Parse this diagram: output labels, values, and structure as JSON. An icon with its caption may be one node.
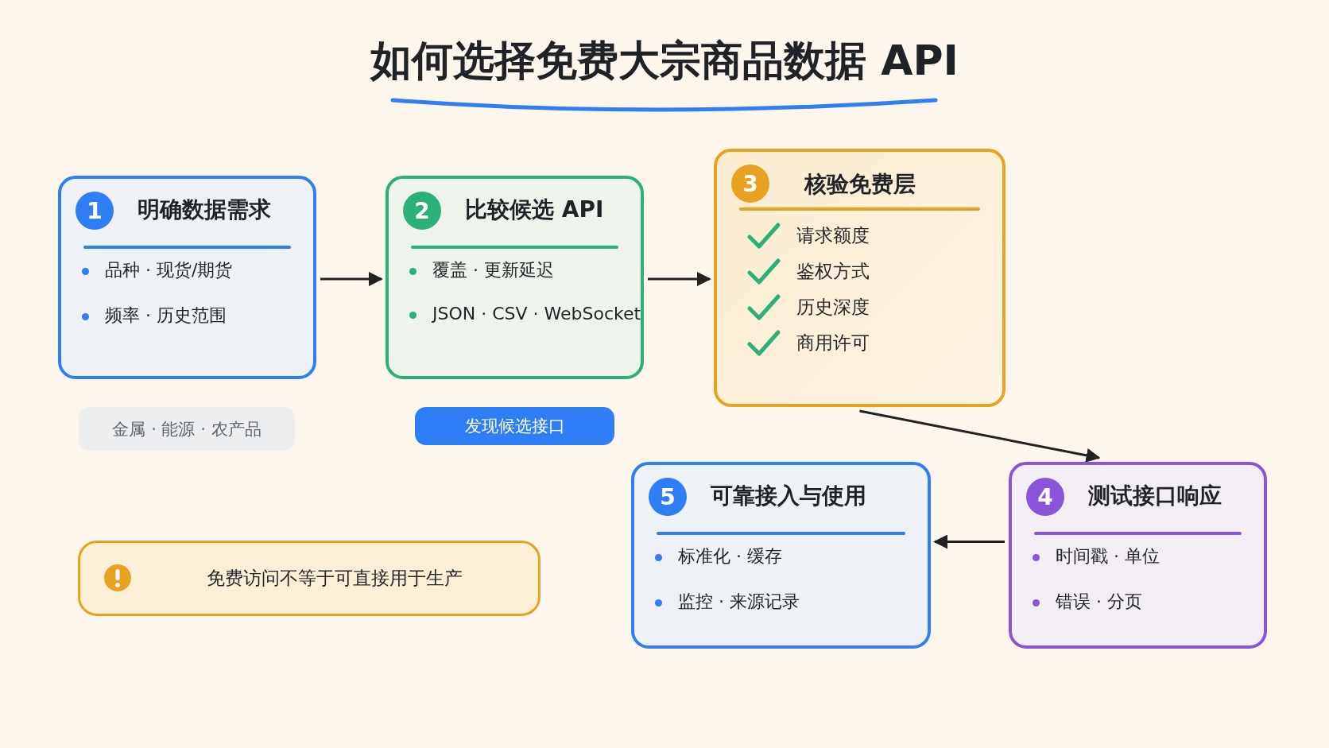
{
  "diagram": {
    "title": "如何选择免费大宗商品数据 API",
    "nodes": [
      {
        "text": [
          "1",
          "明确数据需求",
          "品种 · 现货/期货",
          "频率 · 历史范围"
        ]
      },
      {
        "text": [
          "2",
          "比较候选 API",
          "覆盖 · 更新延迟",
          "JSON · CSV · WebSocket"
        ]
      },
      {
        "text": [
          "3",
          "核验免费层",
          "请求额度",
          "鉴权方式",
          "历史深度",
          "商用许可"
        ]
      },
      {
        "text": [
          "5",
          "可靠接入与使用",
          "标准化 · 缓存",
          "监控 · 来源记录"
        ]
      },
      {
        "text": [
          "4",
          "测试接口响应",
          "时间戳 · 单位",
          "错误 · 分页"
        ]
      },
      {
        "text": [
          "金属 · 能源 · 农产品"
        ]
      },
      {
        "text": [
          "发现候选接口"
        ]
      },
      {
        "text": [
          "免费访问不等于可直接用于生产"
        ]
      }
    ],
    "edges": [
      {
        "from": 0,
        "to": 1,
        "arrow": "to"
      },
      {
        "from": 1,
        "to": 2,
        "arrow": "to"
      },
      {
        "from": 2,
        "to": 4,
        "arrow": "to"
      },
      {
        "from": 4,
        "to": 3,
        "arrow": "to"
      }
    ]
  }
}
